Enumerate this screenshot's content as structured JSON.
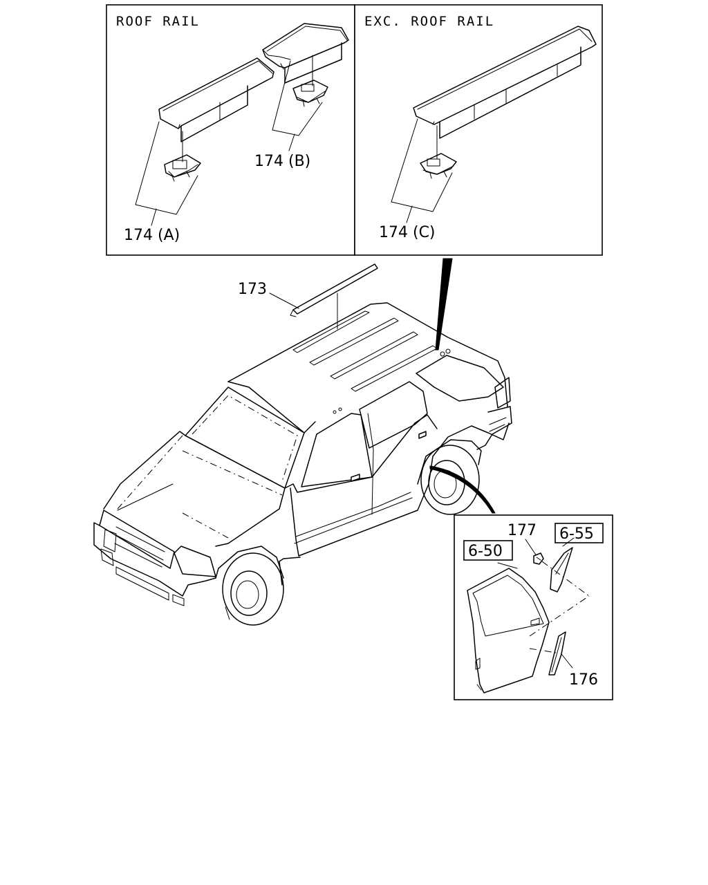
{
  "inset_roof_rail": {
    "header": "ROOF RAIL",
    "callout_a": "174 (A)",
    "callout_b": "174 (B)"
  },
  "inset_exc_roof_rail": {
    "header": "EXC.  ROOF RAIL",
    "callout_c": "174 (C)"
  },
  "main": {
    "callout_roof_molding": "173"
  },
  "inset_door": {
    "callout_clip": "177",
    "callout_moulding": "176",
    "ref_box_door": "6-50",
    "ref_box_pillar": "6-55"
  }
}
